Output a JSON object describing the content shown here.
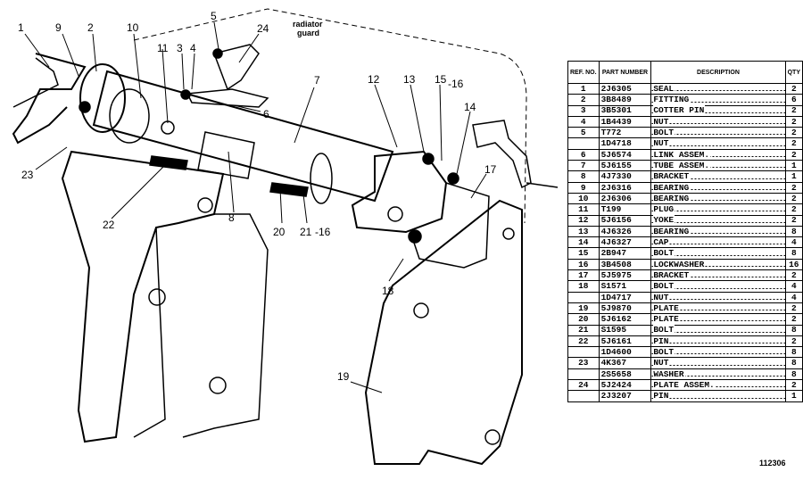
{
  "note": {
    "line1": "radiator",
    "line2": "guard"
  },
  "callouts": [
    "1",
    "9",
    "2",
    "10",
    "11",
    "3",
    "4",
    "5",
    "24",
    "6",
    "7",
    "12",
    "13",
    "15",
    "-16",
    "14",
    "17",
    "23",
    "22",
    "8",
    "20",
    "21",
    "-16",
    "18",
    "19"
  ],
  "table": {
    "headers": {
      "ref": "REF. NO.",
      "part": "PART NUMBER",
      "desc": "DESCRIPTION",
      "qty": "QTY"
    },
    "rows": [
      {
        "ref": "1",
        "part": "2J6305",
        "desc": "SEAL",
        "qty": "2"
      },
      {
        "ref": "2",
        "part": "3B8489",
        "desc": "FITTING",
        "qty": "6"
      },
      {
        "ref": "3",
        "part": "3B5301",
        "desc": "COTTER PIN",
        "qty": "2"
      },
      {
        "ref": "4",
        "part": "1B4439",
        "desc": "NUT",
        "qty": "2"
      },
      {
        "ref": "5",
        "part": "T772",
        "desc": "BOLT",
        "qty": "2"
      },
      {
        "ref": "",
        "part": "1D4718",
        "desc": "NUT",
        "qty": "2"
      },
      {
        "ref": "6",
        "part": "5J6574",
        "desc": "LINK ASSEM.",
        "qty": "2"
      },
      {
        "ref": "7",
        "part": "5J6155",
        "desc": "TUBE ASSEM.",
        "qty": "1"
      },
      {
        "ref": "8",
        "part": "4J7330",
        "desc": "BRACKET",
        "qty": "1"
      },
      {
        "ref": "9",
        "part": "2J6316",
        "desc": "BEARING",
        "qty": "2"
      },
      {
        "ref": "10",
        "part": "2J6306",
        "desc": "BEARING",
        "qty": "2"
      },
      {
        "ref": "11",
        "part": "T199",
        "desc": "PLUG",
        "qty": "2"
      },
      {
        "ref": "12",
        "part": "5J6156",
        "desc": "YOKE",
        "qty": "2"
      },
      {
        "ref": "13",
        "part": "4J6326",
        "desc": "BEARING",
        "qty": "8"
      },
      {
        "ref": "14",
        "part": "4J6327",
        "desc": "CAP",
        "qty": "4"
      },
      {
        "ref": "15",
        "part": "2B947",
        "desc": "BOLT",
        "qty": "8"
      },
      {
        "ref": "16",
        "part": "3B4508",
        "desc": "LOCKWASHER",
        "qty": "16"
      },
      {
        "ref": "17",
        "part": "5J5975",
        "desc": "BRACKET",
        "qty": "2"
      },
      {
        "ref": "18",
        "part": "S1571",
        "desc": "BOLT",
        "qty": "4"
      },
      {
        "ref": "",
        "part": "1D4717",
        "desc": "NUT",
        "qty": "4"
      },
      {
        "ref": "19",
        "part": "5J9870",
        "desc": "PLATE",
        "qty": "2"
      },
      {
        "ref": "20",
        "part": "5J6162",
        "desc": "PLATE",
        "qty": "2"
      },
      {
        "ref": "21",
        "part": "S1595",
        "desc": "BOLT",
        "qty": "8"
      },
      {
        "ref": "22",
        "part": "5J6161",
        "desc": "PIN",
        "qty": "2"
      },
      {
        "ref": "",
        "part": "1D4600",
        "desc": "BOLT",
        "qty": "8"
      },
      {
        "ref": "23",
        "part": "4K367",
        "desc": "NUT",
        "qty": "8"
      },
      {
        "ref": "",
        "part": "2S5658",
        "desc": "WASHER",
        "qty": "8"
      },
      {
        "ref": "24",
        "part": "5J2424",
        "desc": "PLATE ASSEM.",
        "qty": "2"
      },
      {
        "ref": "",
        "part": "2J3207",
        "desc": "PIN",
        "qty": "1"
      }
    ]
  },
  "figure_code": "112306"
}
